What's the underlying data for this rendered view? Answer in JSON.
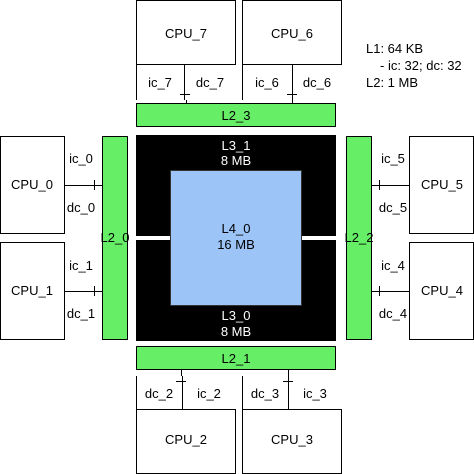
{
  "legend": {
    "l1": "L1: 64 KB",
    "l1_detail": "- ic: 32; dc: 32",
    "l2": "L2: 1 MB"
  },
  "cpus": {
    "cpu0": "CPU_0",
    "cpu1": "CPU_1",
    "cpu2": "CPU_2",
    "cpu3": "CPU_3",
    "cpu4": "CPU_4",
    "cpu5": "CPU_5",
    "cpu6": "CPU_6",
    "cpu7": "CPU_7"
  },
  "l1_caches": {
    "ic0": "ic_0",
    "dc0": "dc_0",
    "ic1": "ic_1",
    "dc1": "dc_1",
    "ic2": "ic_2",
    "dc2": "dc_2",
    "ic3": "ic_3",
    "dc3": "dc_3",
    "ic4": "ic_4",
    "dc4": "dc_4",
    "ic5": "ic_5",
    "dc5": "dc_5",
    "ic6": "ic_6",
    "dc6": "dc_6",
    "ic7": "ic_7",
    "dc7": "dc_7"
  },
  "l2_caches": {
    "l2_0": "L2_0",
    "l2_1": "L2_1",
    "l2_2": "L2_2",
    "l2_3": "L2_3"
  },
  "l3_caches": {
    "l3_0": "L3_0",
    "l3_0_size": "8 MB",
    "l3_1": "L3_1",
    "l3_1_size": "8 MB"
  },
  "l4_cache": {
    "name": "L4_0",
    "size": "16 MB"
  },
  "colors": {
    "l2_fill": "#66ee66",
    "l3_fill": "#000000",
    "l4_fill": "#9cc4f7"
  }
}
